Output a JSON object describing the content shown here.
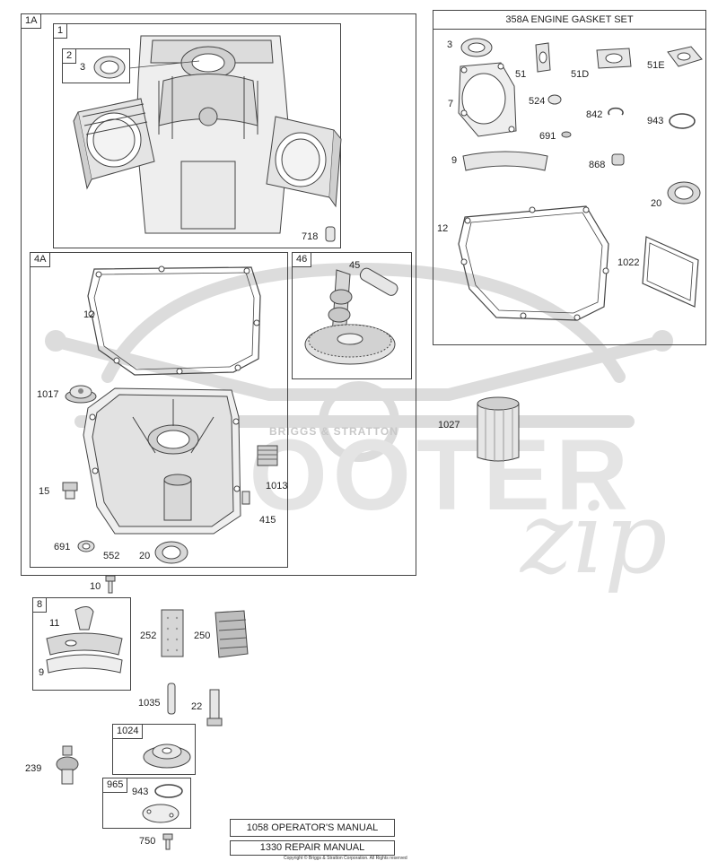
{
  "colors": {
    "line": "#444444",
    "part": "#e6e6e6",
    "part_dark": "#b5b5b5",
    "watermark": "#d8d8d8"
  },
  "boxes": {
    "b1A": "1A",
    "b1": "1",
    "b2": "2",
    "b4A": "4A",
    "b46": "46",
    "b8": "8",
    "b1024": "1024",
    "b965": "965",
    "gasket_title": "358A ENGINE GASKET SET"
  },
  "labels": {
    "l3a": "3",
    "l718": "718",
    "l12a": "12",
    "l1017": "1017",
    "l15": "15",
    "l691a": "691",
    "l552": "552",
    "l20a": "20",
    "l1013": "1013",
    "l415": "415",
    "l45": "45",
    "l1027": "1027",
    "g3": "3",
    "g51": "51",
    "g51D": "51D",
    "g51E": "51E",
    "g7": "7",
    "g524": "524",
    "g842": "842",
    "g943": "943",
    "g691": "691",
    "g9": "9",
    "g868": "868",
    "g20": "20",
    "g12": "12",
    "g1022": "1022",
    "l10": "10",
    "l11": "11",
    "l9": "9",
    "l252": "252",
    "l250": "250",
    "l1035": "1035",
    "l22": "22",
    "l239": "239",
    "l943": "943",
    "l750": "750"
  },
  "manuals": {
    "operator": "1058 OPERATOR'S MANUAL",
    "repair": "1330 REPAIR MANUAL"
  },
  "copyright": "Copyright © Briggs & Stratton Corporation. All Rights reserved",
  "watermark": {
    "brand": "BRIGGS & STRATTON",
    "text": "SCOOTER",
    "script": "zip"
  },
  "icons": {
    "engine": "engine-block-icon",
    "seal": "seal-ring-icon",
    "gasket": "gasket-icon",
    "crankcase": "crankcase-cover-icon",
    "camshaft": "camshaft-gear-icon",
    "filter": "oil-filter-icon",
    "bolt": "bolt-icon",
    "pin": "dowel-pin-icon"
  }
}
